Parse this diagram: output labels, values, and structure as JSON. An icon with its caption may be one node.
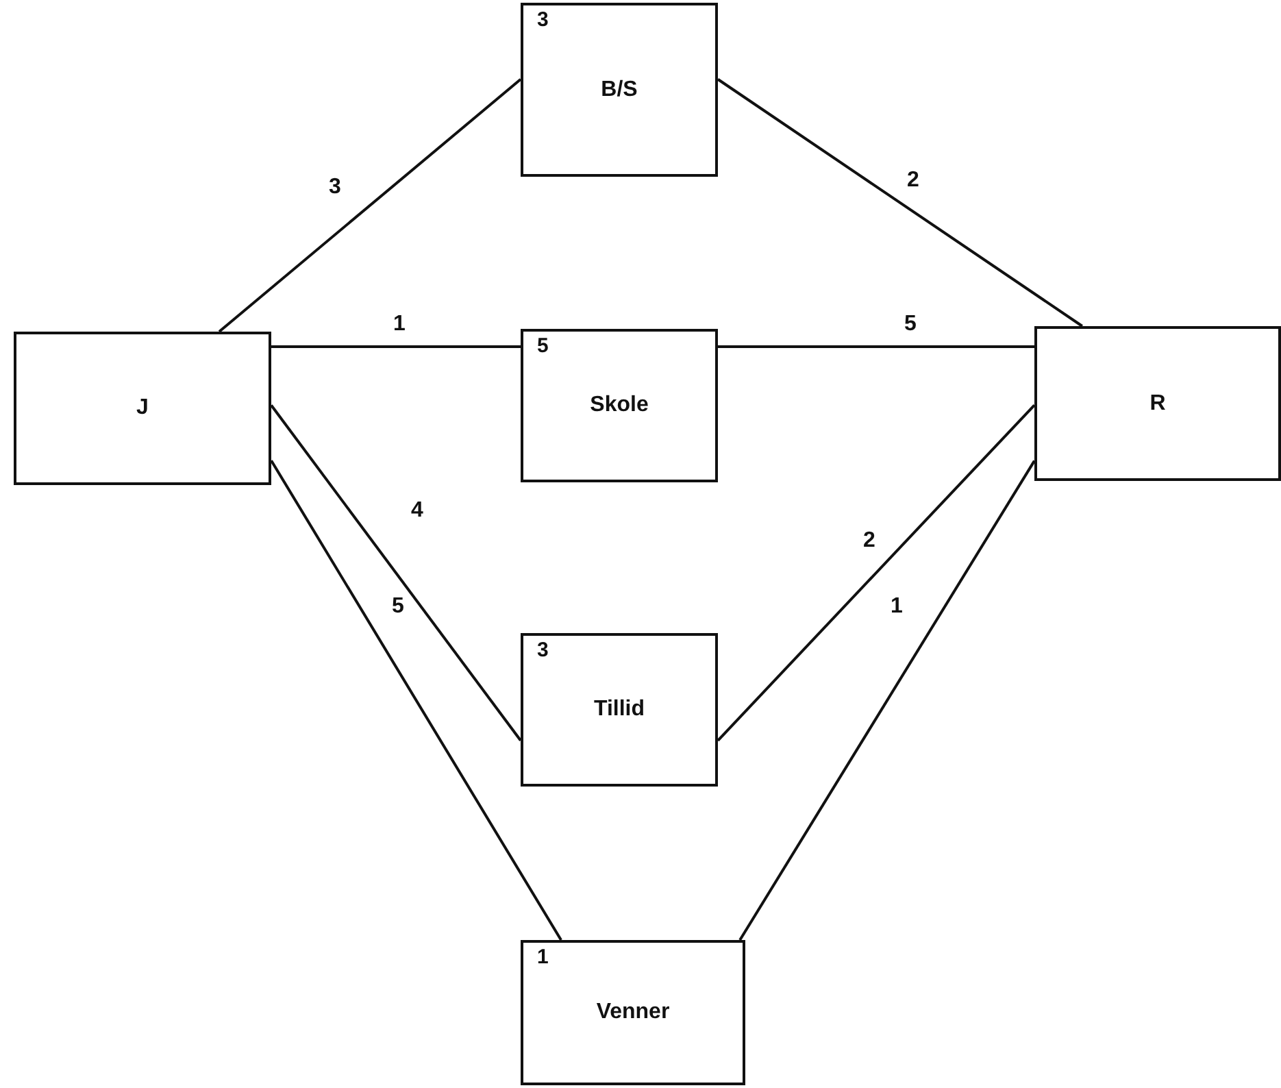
{
  "diagram": {
    "nodes": [
      {
        "text": [
          "J"
        ]
      },
      {
        "text": [
          "3",
          "B/S"
        ]
      },
      {
        "text": [
          "5",
          "Skole"
        ]
      },
      {
        "text": [
          "3",
          "Tillid"
        ]
      },
      {
        "text": [
          "1",
          "Venner"
        ]
      },
      {
        "text": [
          "R"
        ]
      }
    ],
    "edges": [
      {
        "from": 0,
        "to": 1,
        "arrow": "none",
        "label": "3"
      },
      {
        "from": 1,
        "to": 5,
        "arrow": "none",
        "label": "2"
      },
      {
        "from": 0,
        "to": 2,
        "arrow": "none",
        "label": "1"
      },
      {
        "from": 2,
        "to": 5,
        "arrow": "none",
        "label": "5"
      },
      {
        "from": 0,
        "to": 3,
        "arrow": "none",
        "label": "4"
      },
      {
        "from": 3,
        "to": 5,
        "arrow": "none",
        "label": "2"
      },
      {
        "from": 0,
        "to": 4,
        "arrow": "none",
        "label": "5"
      },
      {
        "from": 4,
        "to": 5,
        "arrow": "none",
        "label": "1"
      }
    ]
  }
}
